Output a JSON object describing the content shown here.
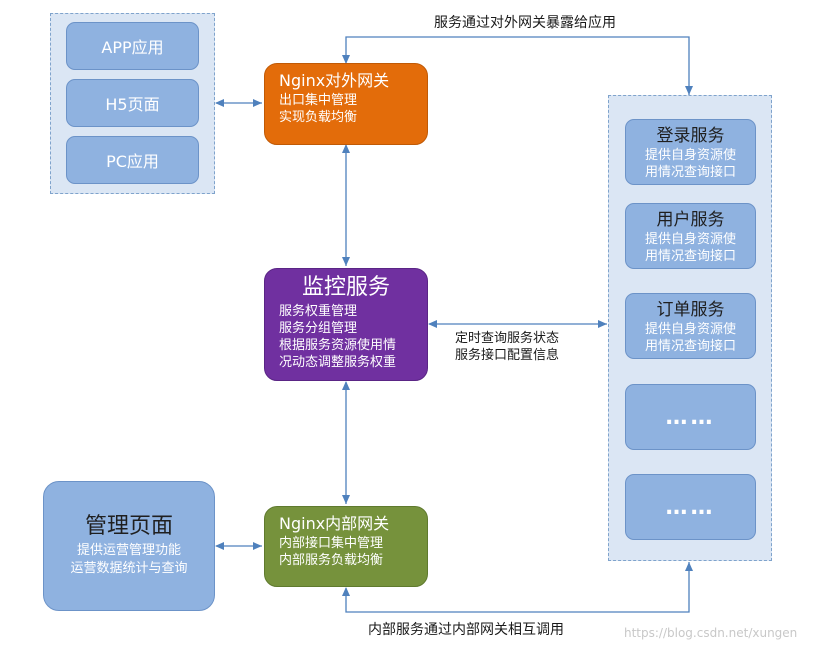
{
  "top_label": "服务通过对外网关暴露给应用",
  "bottom_label": "内部服务通过内部网关相互调用",
  "query_label": [
    "定时查询服务状态",
    "服务接口配置信息"
  ],
  "clients": [
    "APP应用",
    "H5页面",
    "PC应用"
  ],
  "nginx_external": {
    "title": "Nginx对外网关",
    "lines": [
      "出口集中管理",
      "实现负载均衡"
    ]
  },
  "monitor": {
    "title": "监控服务",
    "lines": [
      "服务权重管理",
      "服务分组管理",
      "根据服务资源使用情",
      "况动态调整服务权重"
    ]
  },
  "nginx_internal": {
    "title": "Nginx内部网关",
    "lines": [
      "内部接口集中管理",
      "内部服务负载均衡"
    ]
  },
  "admin": {
    "title": "管理页面",
    "lines": [
      "提供运营管理功能",
      "运营数据统计与查询"
    ]
  },
  "services": [
    {
      "title": "登录服务",
      "lines": [
        "提供自身资源使",
        "用情况查询接口"
      ]
    },
    {
      "title": "用户服务",
      "lines": [
        "提供自身资源使",
        "用情况查询接口"
      ]
    },
    {
      "title": "订单服务",
      "lines": [
        "提供自身资源使",
        "用情况查询接口"
      ]
    },
    {
      "title": "……"
    },
    {
      "title": "……"
    }
  ],
  "watermark": "https://blog.csdn.net/xungen",
  "colors": {
    "nginx_external": "#e36c0a",
    "monitor": "#7030a0",
    "nginx_internal": "#76923c",
    "box_blue": "#8fb2e0",
    "arrow": "#4f81bd"
  }
}
